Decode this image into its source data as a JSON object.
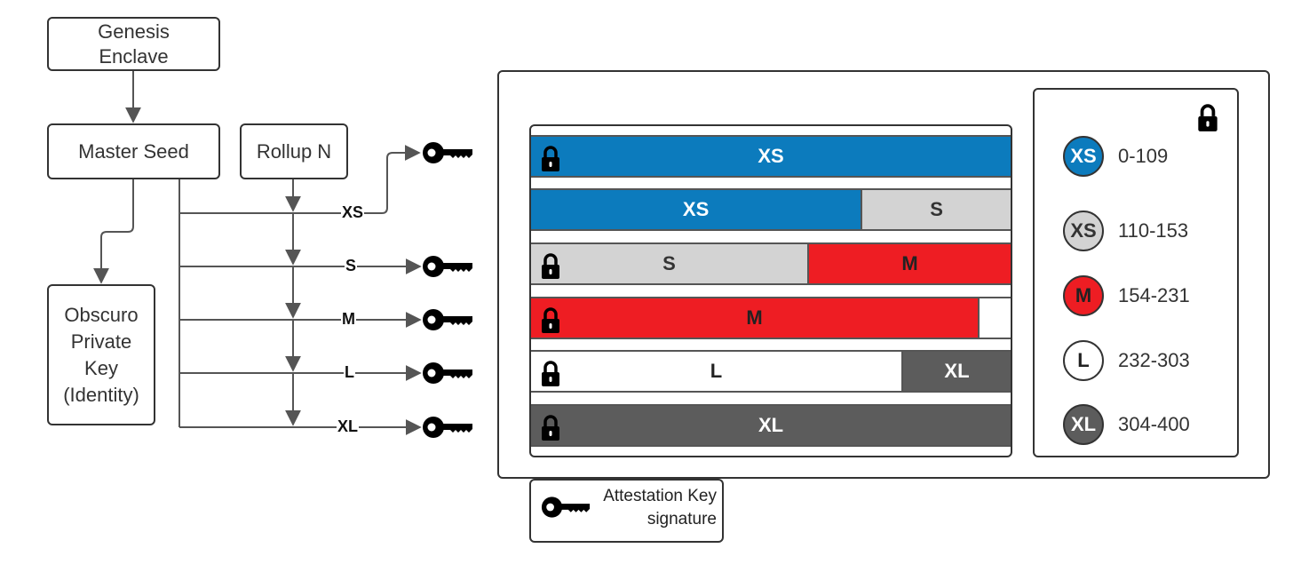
{
  "boxes": {
    "genesis": "Genesis\nEnclave",
    "master_seed": "Master Seed",
    "rollup": "Rollup N",
    "obscuro": "Obscuro\nPrivate\nKey\n(Identity)"
  },
  "edge_labels": [
    "XS",
    "S",
    "M",
    "L",
    "XL"
  ],
  "colors": {
    "XS": "#0c7bbd",
    "XS_grey": "#d3d3d3",
    "S": "#d3d3d3",
    "M": "#ee1d23",
    "L": "#ffffff",
    "XL": "#5c5c5c"
  },
  "rows": [
    {
      "locked": true,
      "segments": [
        {
          "label": "XS",
          "color": "XS",
          "text": "#ffffff",
          "flex": 1
        }
      ]
    },
    {
      "locked": false,
      "segments": [
        {
          "label": "XS",
          "color": "XS",
          "text": "#ffffff",
          "flex": 0.69
        },
        {
          "label": "S",
          "color": "S",
          "text": "#333333",
          "flex": 0.31
        }
      ]
    },
    {
      "locked": true,
      "segments": [
        {
          "label": "S",
          "color": "S",
          "text": "#333333",
          "flex": 0.578
        },
        {
          "label": "M",
          "color": "M",
          "text": "#222222",
          "flex": 0.422
        }
      ]
    },
    {
      "locked": true,
      "segments": [
        {
          "label": "M",
          "color": "M",
          "text": "#222222",
          "flex": 0.935
        },
        {
          "label": "",
          "color": "L",
          "text": "#222222",
          "flex": 0.065
        }
      ]
    },
    {
      "locked": true,
      "segments": [
        {
          "label": "L",
          "color": "L",
          "text": "#222222",
          "flex": 0.775
        },
        {
          "label": "XL",
          "color": "XL",
          "text": "#ffffff",
          "flex": 0.225
        }
      ]
    },
    {
      "locked": true,
      "segments": [
        {
          "label": "XL",
          "color": "XL",
          "text": "#ffffff",
          "flex": 1
        }
      ]
    }
  ],
  "legend": [
    {
      "label": "XS",
      "range": "0-109",
      "fill": "#0c7bbd",
      "text": "#ffffff"
    },
    {
      "label": "XS",
      "range": "110-153",
      "fill": "#d3d3d3",
      "text": "#333333"
    },
    {
      "label": "M",
      "range": "154-231",
      "fill": "#ee1d23",
      "text": "#222222"
    },
    {
      "label": "L",
      "range": "232-303",
      "fill": "#ffffff",
      "text": "#222222"
    },
    {
      "label": "XL",
      "range": "304-400",
      "fill": "#5c5c5c",
      "text": "#ffffff"
    }
  ],
  "key_legend": {
    "line1": "Attestation Key",
    "line2": "signature"
  },
  "icons": {
    "key": "key-icon",
    "lock": "lock-icon"
  }
}
